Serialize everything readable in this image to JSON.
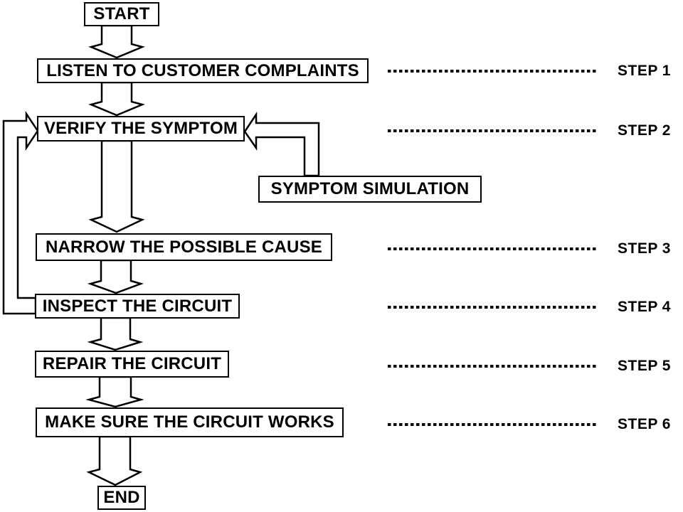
{
  "diagram": {
    "title": "Troubleshooting procedure flowchart",
    "colors": {
      "ink": "#000000",
      "paper": "#ffffff"
    },
    "nodes": {
      "start": {
        "label": "START"
      },
      "listen": {
        "label": "LISTEN TO CUSTOMER COMPLAINTS"
      },
      "verify": {
        "label": "VERIFY THE SYMPTOM"
      },
      "symsim": {
        "label": "SYMPTOM SIMULATION"
      },
      "narrow": {
        "label": "NARROW THE POSSIBLE CAUSE"
      },
      "inspect": {
        "label": "INSPECT THE CIRCUIT"
      },
      "repair": {
        "label": "REPAIR THE CIRCUIT"
      },
      "make": {
        "label": "MAKE SURE THE CIRCUIT WORKS"
      },
      "end": {
        "label": "END"
      }
    },
    "steps": [
      {
        "label": "STEP 1"
      },
      {
        "label": "STEP 2"
      },
      {
        "label": "STEP 3"
      },
      {
        "label": "STEP 4"
      },
      {
        "label": "STEP 5"
      },
      {
        "label": "STEP 6"
      }
    ],
    "edges": [
      {
        "from": "start",
        "to": "listen",
        "type": "block-arrow-down"
      },
      {
        "from": "listen",
        "to": "verify",
        "type": "block-arrow-down"
      },
      {
        "from": "verify",
        "to": "narrow",
        "type": "block-arrow-down"
      },
      {
        "from": "narrow",
        "to": "inspect",
        "type": "block-arrow-down"
      },
      {
        "from": "inspect",
        "to": "repair",
        "type": "block-arrow-down"
      },
      {
        "from": "repair",
        "to": "make",
        "type": "block-arrow-down"
      },
      {
        "from": "make",
        "to": "end",
        "type": "block-arrow-down"
      },
      {
        "from": "symsim",
        "to": "verify",
        "type": "block-arrow-bent-left"
      },
      {
        "from": "inspect",
        "to": "verify",
        "type": "block-arrow-feedback-loop"
      }
    ]
  }
}
